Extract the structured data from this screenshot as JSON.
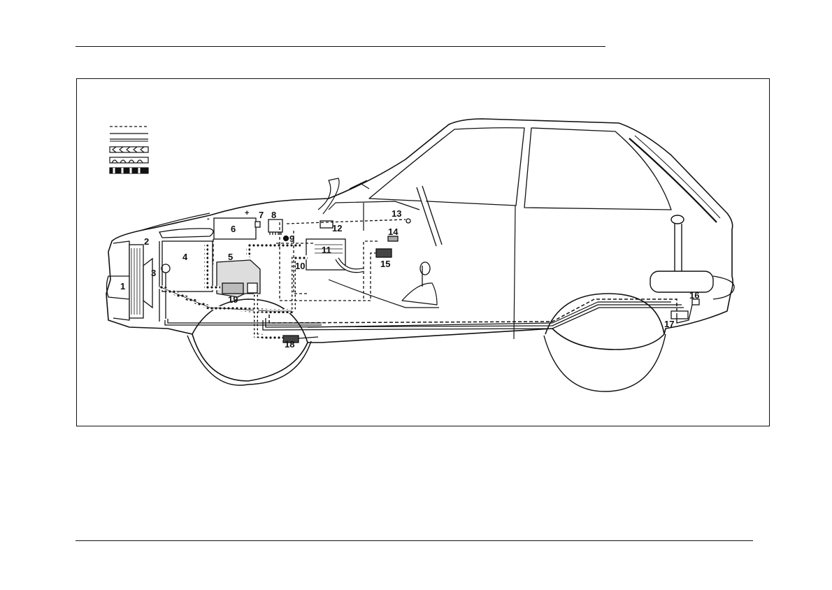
{
  "diagram": {
    "callouts": [
      "1",
      "2",
      "3",
      "4",
      "5",
      "6",
      "7",
      "8",
      "9",
      "10",
      "11",
      "12",
      "13",
      "14",
      "15",
      "16",
      "17",
      "18",
      "19"
    ],
    "battery_terminals": {
      "negative": "-",
      "positive": "+"
    }
  },
  "colors": {
    "ink": "#111111",
    "background": "#ffffff"
  }
}
